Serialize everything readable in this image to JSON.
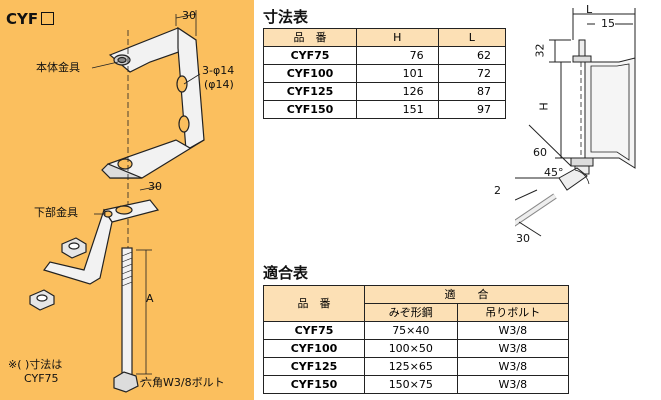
{
  "product_title": "CYF",
  "left_labels": {
    "top_width": "30",
    "main_fitting": "本体金具",
    "holes_line1": "3-φ14",
    "holes_line2": "(φ14)",
    "lower_width": "30",
    "lower_fitting": "下部金具",
    "dim_a": "A",
    "note_line1": "※(  )寸法は",
    "note_line2": "CYF75",
    "bolt": "六角W3/8ボルト"
  },
  "dimension_table": {
    "title": "寸法表",
    "headers": [
      "品　番",
      "H",
      "L"
    ],
    "rows": [
      {
        "model": "CYF75",
        "h": "76",
        "l": "62"
      },
      {
        "model": "CYF100",
        "h": "101",
        "l": "72"
      },
      {
        "model": "CYF125",
        "h": "126",
        "l": "87"
      },
      {
        "model": "CYF150",
        "h": "151",
        "l": "97"
      }
    ]
  },
  "compat_table": {
    "title": "適合表",
    "header_model": "品　番",
    "header_group": "適　　合",
    "header_channel": "みぞ形鋼",
    "header_bolt": "吊りボルト",
    "rows": [
      {
        "model": "CYF75",
        "channel": "75×40",
        "bolt": "W3/8"
      },
      {
        "model": "CYF100",
        "channel": "100×50",
        "bolt": "W3/8"
      },
      {
        "model": "CYF125",
        "channel": "125×65",
        "bolt": "W3/8"
      },
      {
        "model": "CYF150",
        "channel": "150×75",
        "bolt": "W3/8"
      }
    ]
  },
  "right_dims": {
    "l": "L",
    "d15": "15",
    "d32": "32",
    "h": "H",
    "d60": "60",
    "angle": "45°",
    "d2": "2",
    "d30": "30"
  }
}
